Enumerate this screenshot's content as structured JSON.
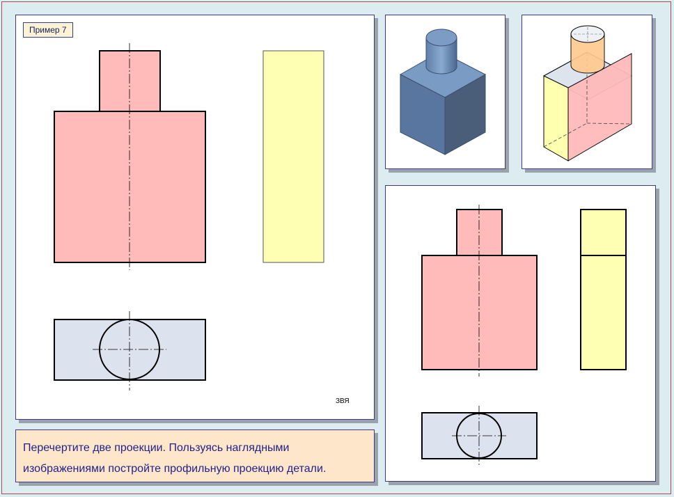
{
  "example_label": "Пример 7",
  "signature": "ЗВЯ",
  "task": {
    "line1": "Перечертите две проекции. Пользуясь наглядными",
    "line2": "изображениями постройте профильную проекцию  детали."
  },
  "colors": {
    "front_view": "#ffbaba",
    "side_view": "#ffffb4",
    "top_view": "#dce3ee",
    "iso_solid_front": "#4f6f96",
    "iso_solid_top": "#7a9bc4",
    "iso_transparent_cylinder": "#ffc98f",
    "task_background": "#fde6c9"
  }
}
